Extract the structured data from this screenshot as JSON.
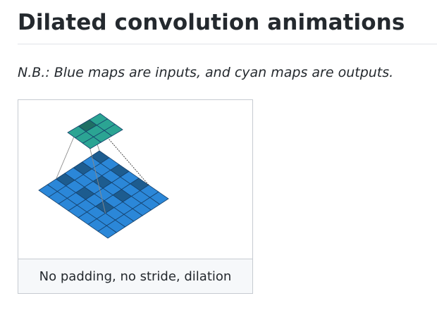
{
  "page": {
    "heading": "Dilated convolution animations",
    "note": "N.B.: Blue maps are inputs, and cyan maps are outputs."
  },
  "figure": {
    "caption": "No padding, no stride, dilation",
    "input_map": {
      "rows": 7,
      "cols": 7,
      "color": "#2b87d8",
      "highlight_color": "#1d5c8f"
    },
    "output_map": {
      "rows": 3,
      "cols": 3,
      "color": "#2ba493",
      "highlight_color": "#1f6f64"
    },
    "grid_line_color": "#15406b"
  }
}
